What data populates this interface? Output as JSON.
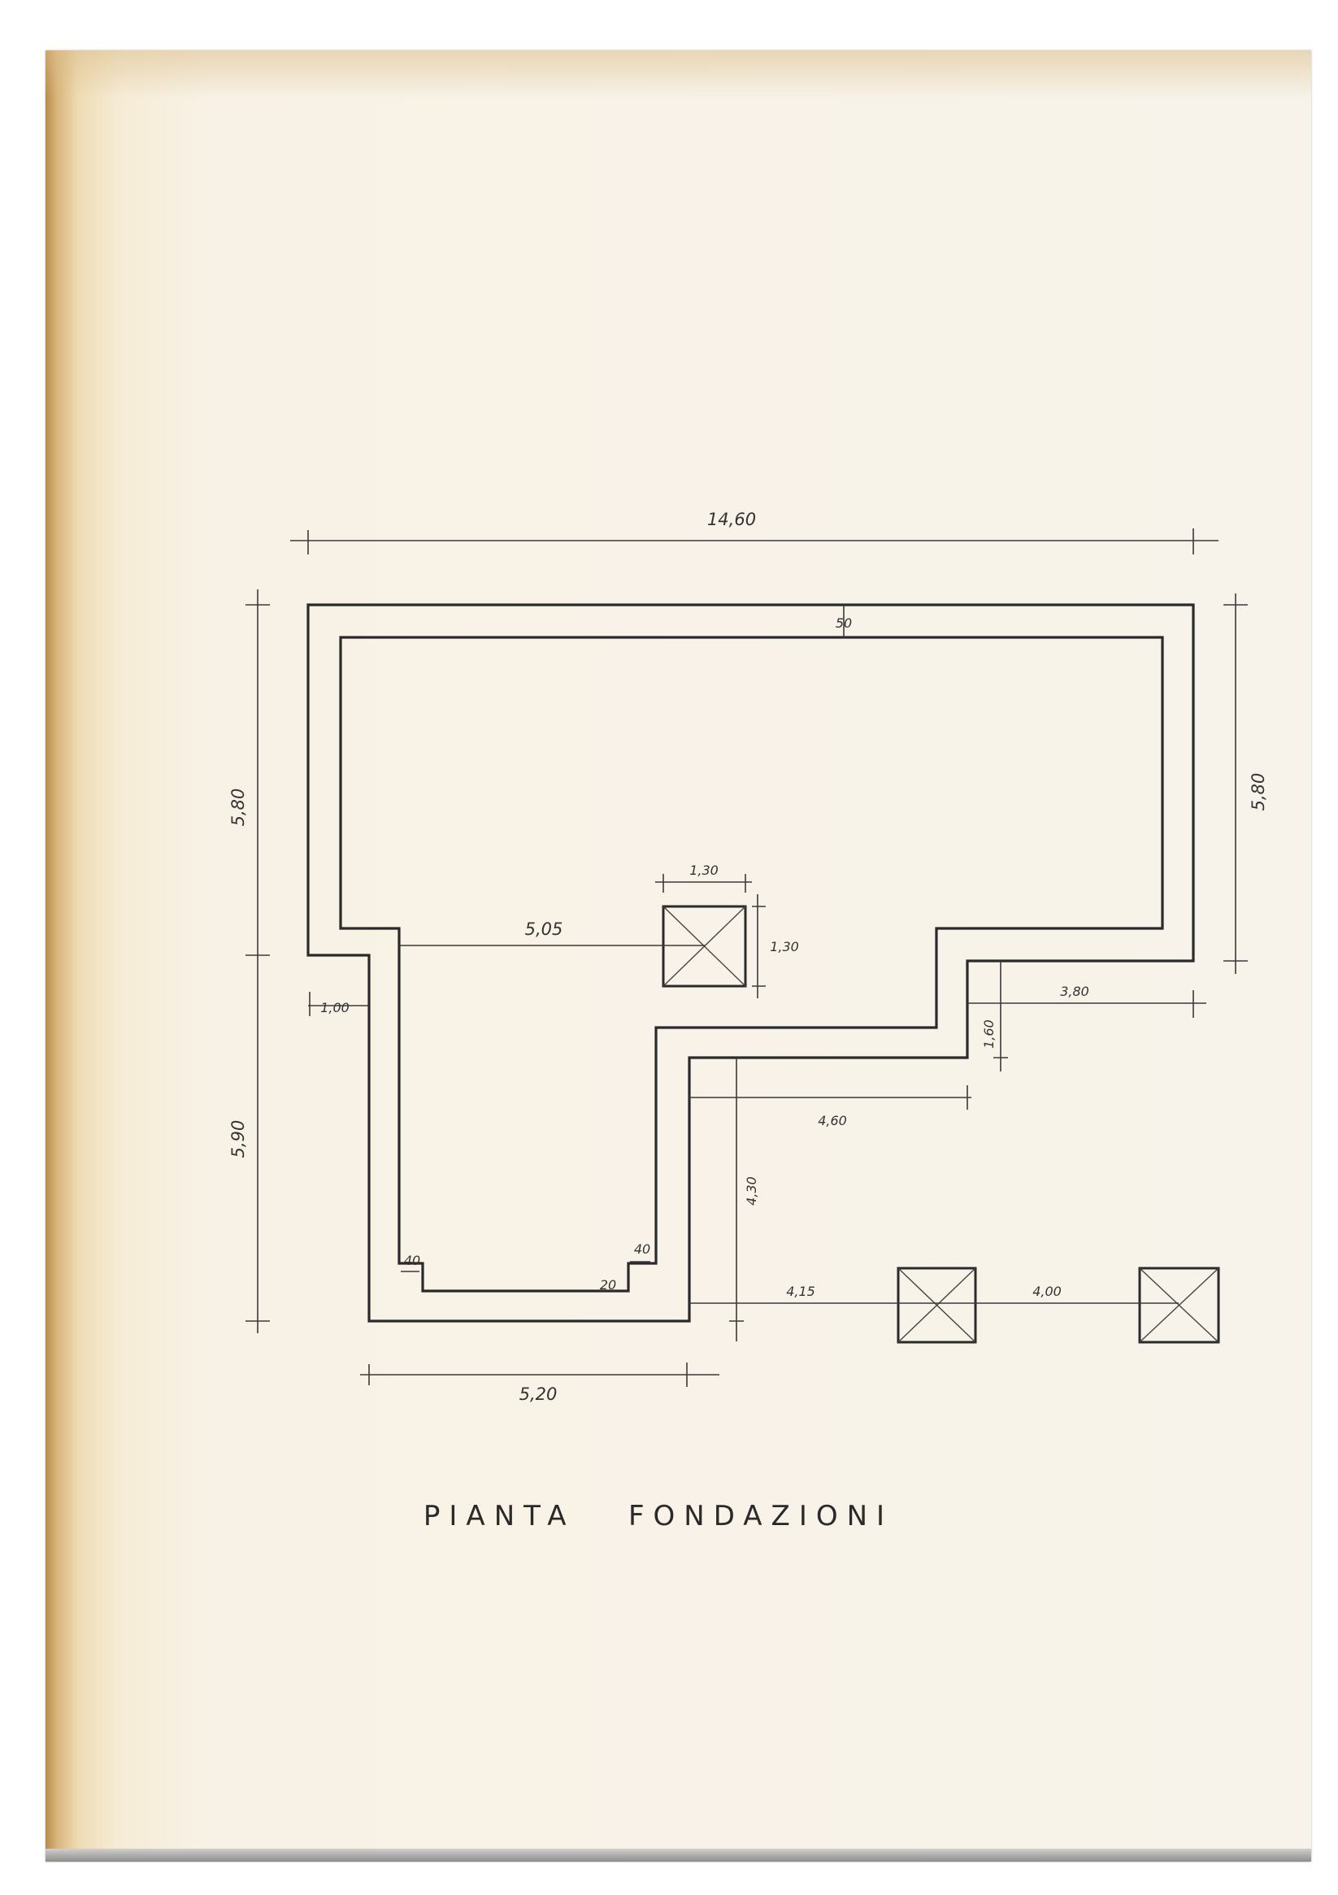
{
  "title": "PIANTA   FONDAZIONI",
  "dimensions": {
    "overall_width": "14,60",
    "wall_thickness": "50",
    "left_upper_height": "5,80",
    "left_lower_height": "5,90",
    "right_height": "5,80",
    "pillar_width": "1,30",
    "pillar_height": "1,30",
    "to_pillar": "5,05",
    "step_left": "1,00",
    "right_wing": "3,80",
    "step_height": "1,60",
    "middle_wing": "4,60",
    "lower_height": "4,30",
    "to_footing_1": "4,15",
    "footing_spacing": "4,00",
    "left_wing_width": "5,20",
    "niche_left": "40",
    "niche_right": "40",
    "niche_depth": "20"
  }
}
